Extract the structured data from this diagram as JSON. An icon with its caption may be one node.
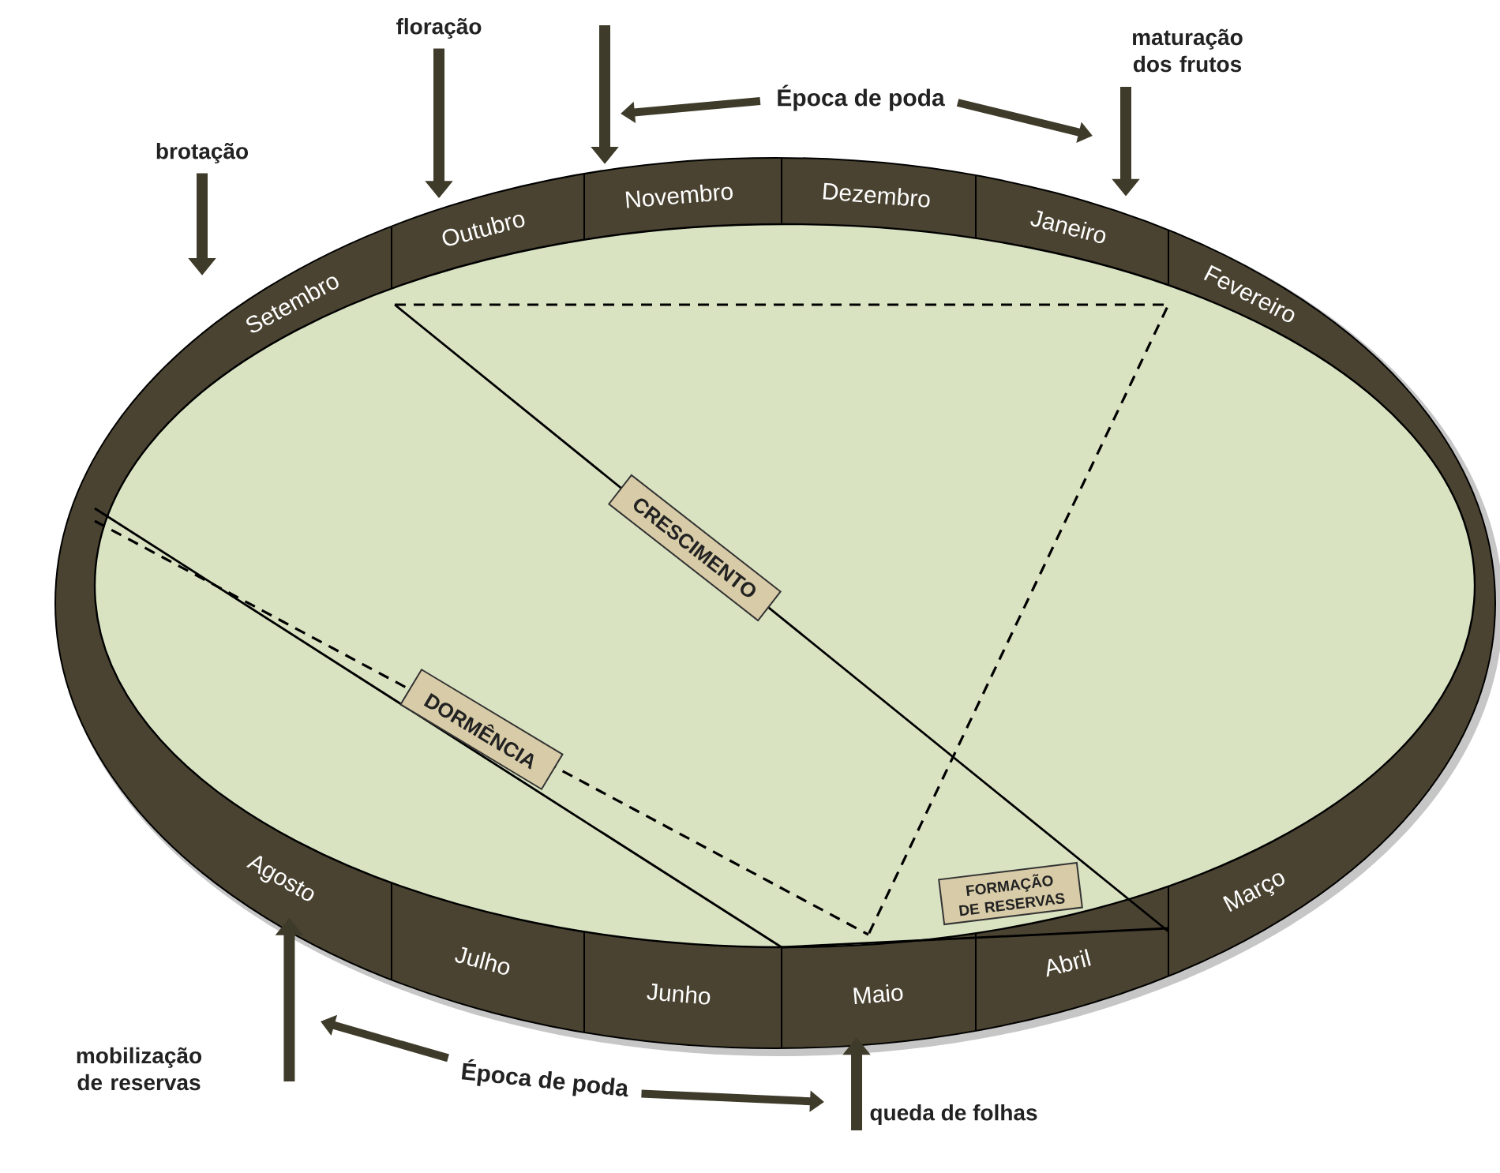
{
  "diagram": {
    "nodes": [
      {
        "text": [
          "brotação"
        ]
      },
      {
        "text": [
          "floração"
        ]
      },
      {
        "text": [
          "maturação dos frutos"
        ]
      },
      {
        "text": [
          "Época de poda"
        ]
      },
      {
        "text": [
          "Setembro"
        ]
      },
      {
        "text": [
          "Outubro"
        ]
      },
      {
        "text": [
          "Novembro"
        ]
      },
      {
        "text": [
          "Dezembro"
        ]
      },
      {
        "text": [
          "Janeiro"
        ]
      },
      {
        "text": [
          "Fevereiro"
        ]
      },
      {
        "text": [
          "CRESCIMENTO"
        ]
      },
      {
        "text": [
          "DORMÊNCIA"
        ]
      },
      {
        "text": [
          "FORMAÇÃO DE RESERVAS"
        ]
      },
      {
        "text": [
          "Agosto"
        ]
      },
      {
        "text": [
          "Julho"
        ]
      },
      {
        "text": [
          "Junho"
        ]
      },
      {
        "text": [
          "Maio"
        ]
      },
      {
        "text": [
          "Abril"
        ]
      },
      {
        "text": [
          "Março"
        ]
      },
      {
        "text": [
          "mobilização de reservas"
        ]
      },
      {
        "text": [
          "Época de poda"
        ]
      },
      {
        "text": [
          "queda de folhas"
        ]
      }
    ],
    "edges": [
      {
        "from": 0,
        "to": 4,
        "arrow": "to"
      },
      {
        "from": 1,
        "to": 5,
        "arrow": "to"
      },
      {
        "from": null,
        "to": 6,
        "arrow": "to"
      },
      {
        "from": 2,
        "to": 8,
        "arrow": "to"
      },
      {
        "from": 3,
        "to": null,
        "arrow": "to"
      },
      {
        "from": 3,
        "to": null,
        "arrow": "to"
      },
      {
        "from": 19,
        "to": 13,
        "arrow": "to"
      },
      {
        "from": 21,
        "to": 16,
        "arrow": "to"
      },
      {
        "from": 20,
        "to": null,
        "arrow": "to"
      },
      {
        "from": 20,
        "to": null,
        "arrow": "to"
      }
    ]
  }
}
